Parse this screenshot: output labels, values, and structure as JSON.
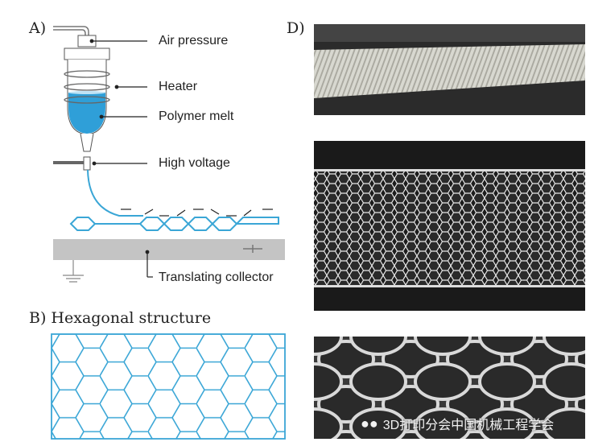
{
  "panels": {
    "a": "A)",
    "b": "B) Hexagonal structure",
    "d": "D)"
  },
  "labels": {
    "air_pressure": "Air pressure",
    "heater": "Heater",
    "polymer_melt": "Polymer melt",
    "high_voltage": "High voltage",
    "translating_collector": "Translating collector"
  },
  "watermark": "3D打印分会中国机械工程学会",
  "colors": {
    "melt_blue": "#2f9fd8",
    "hex_blue": "#3aa6d6",
    "collector_gray": "#c4c4c4"
  }
}
